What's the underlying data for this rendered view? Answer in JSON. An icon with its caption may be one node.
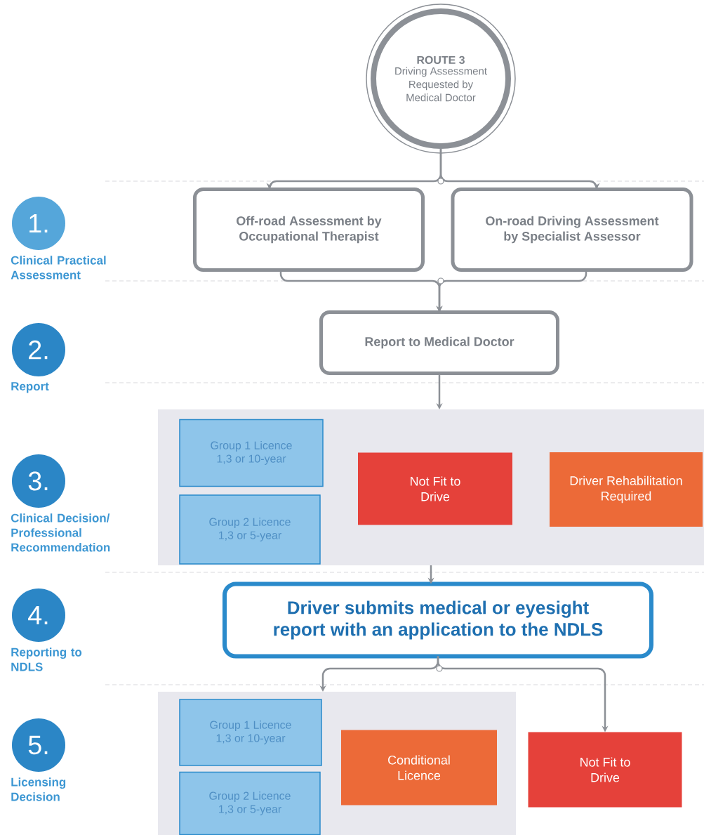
{
  "diagram": {
    "nodes": [
      {
        "text": [
          "ROUTE 3",
          "Driving Assessment Requested by Medical Doctor"
        ]
      },
      {
        "text": [
          "Off-road Assessment by Occupational Therapist"
        ]
      },
      {
        "text": [
          "On-road Driving Assessment by Specialist Assessor"
        ]
      },
      {
        "text": [
          "Report to Medical Doctor"
        ]
      },
      {
        "text": [],
        "shape": "box"
      },
      {
        "text": [
          "Group 1 Licence 1,3 or 10-year"
        ],
        "in": 4
      },
      {
        "text": [
          "Group 2 Licence 1,3 or 5-year"
        ],
        "in": 4
      },
      {
        "text": [
          "Not Fit to Drive"
        ],
        "in": 4
      },
      {
        "text": [
          "Driver Rehabilitation Required"
        ],
        "in": 4
      },
      {
        "text": [
          "Driver submits medical or eyesight report with an application to the NDLS"
        ]
      },
      {
        "text": [],
        "shape": "box"
      },
      {
        "text": [
          "Group 1 Licence 1,3 or 10-year"
        ],
        "in": 10
      },
      {
        "text": [
          "Group 2 Licence 1,3 or 5-year"
        ],
        "in": 10
      },
      {
        "text": [
          "Conditional Licence"
        ],
        "in": 10
      },
      {
        "text": [
          "Not Fit to Drive"
        ]
      },
      {
        "text": [
          "1.",
          "Clinical Practical Assessment"
        ]
      },
      {
        "text": [
          "2.",
          "Report"
        ]
      },
      {
        "text": [
          "3.",
          "Clinical Decision/ Professional Recommendation"
        ]
      },
      {
        "text": [
          "4.",
          "Reporting to NDLS"
        ]
      },
      {
        "text": [
          "5.",
          "Licensing Decision"
        ]
      }
    ],
    "edges": [
      {
        "from": 0,
        "to": 1,
        "arrow": "to"
      },
      {
        "from": 0,
        "to": 2,
        "arrow": "to"
      },
      {
        "from": 1,
        "to": 3,
        "arrow": "to"
      },
      {
        "from": 2,
        "to": 3,
        "arrow": "to"
      },
      {
        "from": 3,
        "to": 4,
        "arrow": "to"
      },
      {
        "from": 4,
        "to": 9,
        "arrow": "to"
      },
      {
        "from": 9,
        "to": 10,
        "arrow": "to"
      },
      {
        "from": 9,
        "to": 14,
        "arrow": "to"
      }
    ]
  }
}
